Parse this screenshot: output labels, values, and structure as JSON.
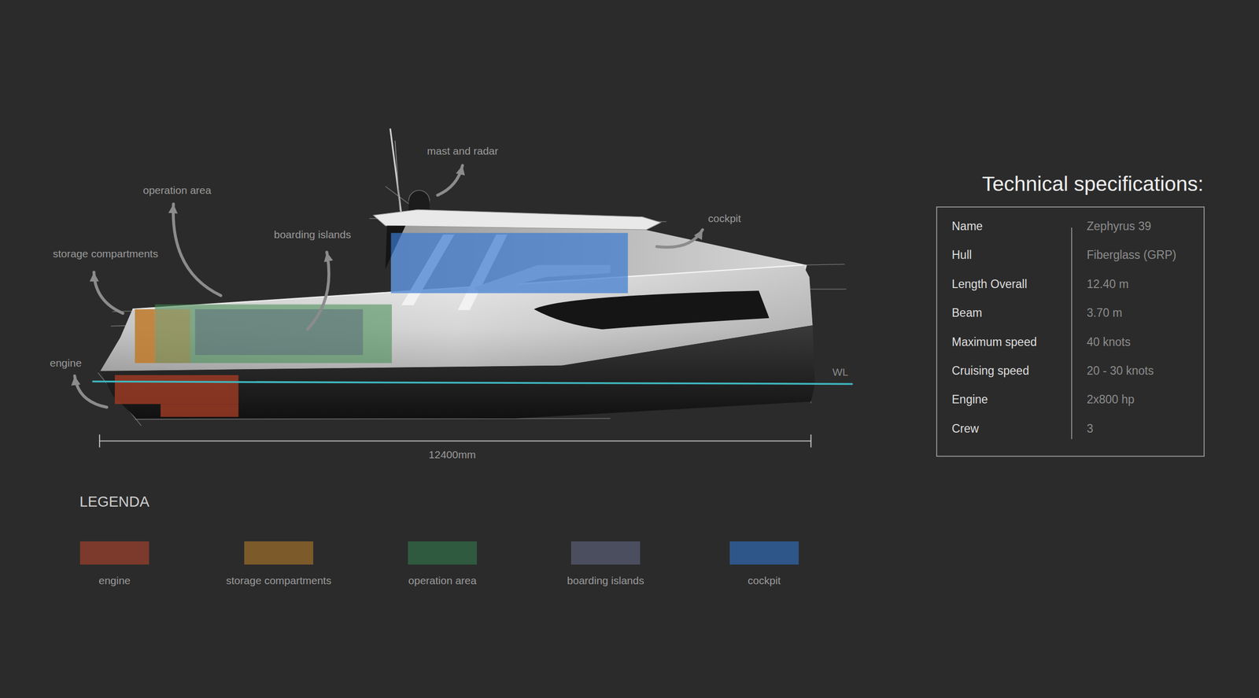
{
  "diagram": {
    "nodes": [
      {
        "text": [
          "Technical specifications:",
          "Name",
          "Zephyrus 39",
          "Hull",
          "Fiberglass (GRP)",
          "Length Overall",
          "12.40 m",
          "Beam",
          "3.70 m",
          "Maximum speed",
          "40 knots",
          "Cruising speed",
          "20 - 30 knots",
          "Engine",
          "2x800 hp",
          "Crew",
          "3"
        ]
      }
    ],
    "labels": [
      "mast and radar",
      "operation area",
      "storage compartments",
      "boarding islands",
      "cockpit",
      "engine",
      "WL",
      "12400mm",
      "LEGENDA"
    ],
    "legend": [
      {
        "text": "engine",
        "color": "#7b3a2b"
      },
      {
        "text": "storage compartments",
        "color": "#7c5a2a"
      },
      {
        "text": "operation area",
        "color": "#2f5a3f"
      },
      {
        "text": "boarding islands",
        "color": "#4a4e5e"
      },
      {
        "text": "cockpit",
        "color": "#2f5689"
      }
    ]
  }
}
